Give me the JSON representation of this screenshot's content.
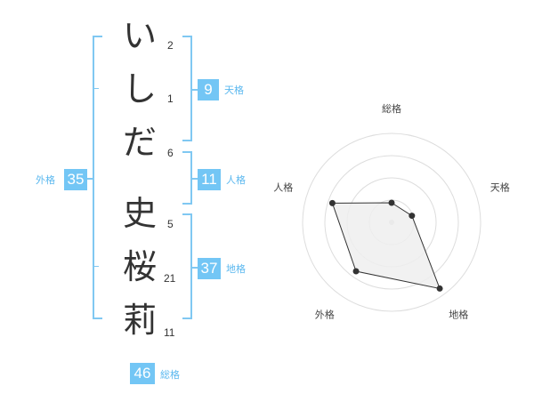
{
  "name": {
    "chars": [
      {
        "char": "い",
        "strokes": "2"
      },
      {
        "char": "し",
        "strokes": "1"
      },
      {
        "char": "だ",
        "strokes": "6"
      },
      {
        "char": "史",
        "strokes": "5"
      },
      {
        "char": "桜",
        "strokes": "21"
      },
      {
        "char": "莉",
        "strokes": "11"
      }
    ]
  },
  "fortune": {
    "tenkaku": {
      "label": "天格",
      "value": "9"
    },
    "jinkaku": {
      "label": "人格",
      "value": "11"
    },
    "chikaku": {
      "label": "地格",
      "value": "37"
    },
    "gaikaku": {
      "label": "外格",
      "value": "35"
    },
    "soukaku": {
      "label": "総格",
      "value": "46"
    }
  },
  "chart_data": {
    "type": "radar",
    "axes": [
      "総格",
      "天格",
      "地格",
      "外格",
      "人格"
    ],
    "values": [
      1.1,
      1.2,
      4.6,
      3.4,
      3.5
    ],
    "range": [
      0,
      5
    ],
    "rings": 4,
    "colors": {
      "fill": "#efefef",
      "line": "#333333",
      "grid": "#dddddd",
      "accent": "#73c6f5"
    }
  }
}
